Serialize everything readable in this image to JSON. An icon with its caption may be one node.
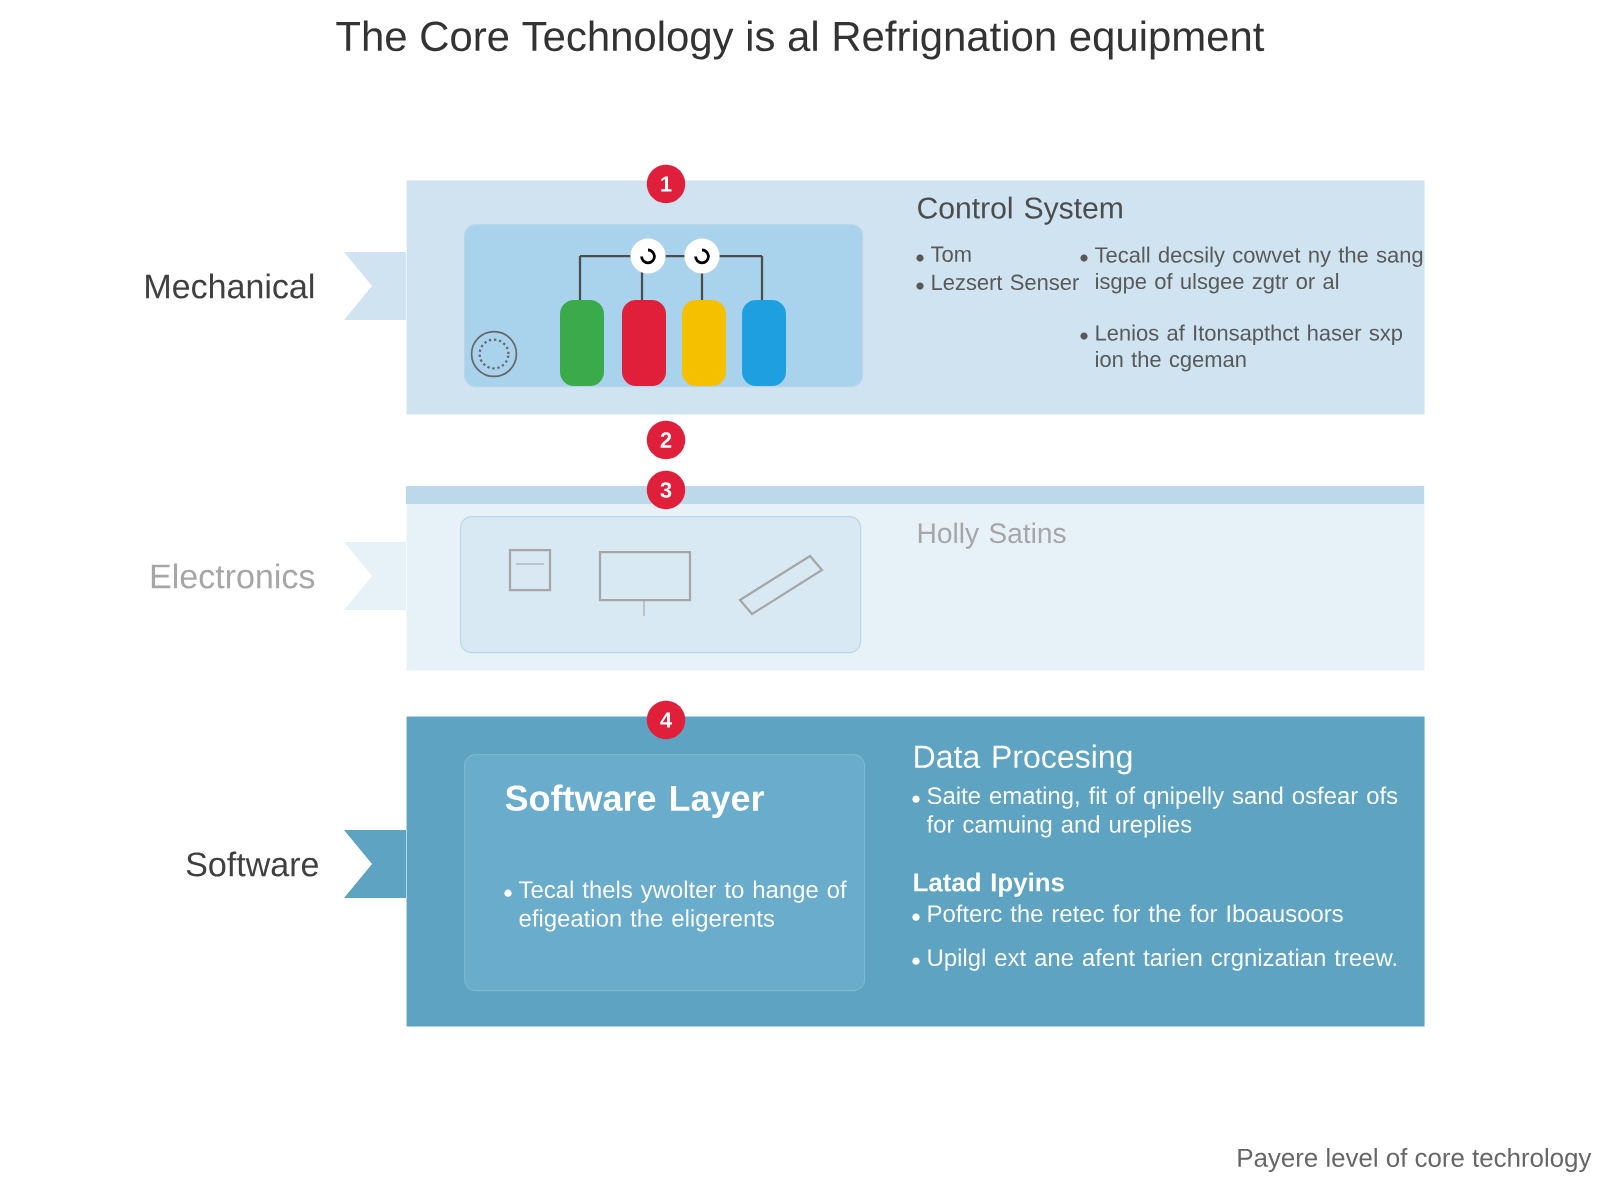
{
  "diagram": {
    "title": "The Core Technology is al Refrignation equipment",
    "caption": "Payere level of core techrology",
    "nodes": [
      {
        "text": [
          "Control System",
          "Tom",
          "Lezsert Senser",
          "Tecall decsily cowvet ny the sang isgpe of ulsgee zgtr or al",
          "Lenios af Itonsapthct haser sxp ion the cgeman"
        ],
        "beside": [
          "Mechanical"
        ]
      },
      {
        "text": [],
        "shape": "picture",
        "in": 0
      },
      {
        "text": [
          "1"
        ]
      },
      {
        "text": [
          "2"
        ]
      },
      {
        "text": [
          "Holly Satins"
        ],
        "beside": [
          "Electronics"
        ]
      },
      {
        "text": [
          "3"
        ]
      },
      {
        "text": [],
        "shape": "picture",
        "in": 4
      },
      {
        "text": [
          "Data Procesing",
          "Saite emating, fit of qnipelly sand osfear ofs for camuing and ureplies",
          "Latad Ipyins",
          "Pofterc the retec for the for Iboausoors",
          "Upilgl ext ane afent tarien crgnizatian treew."
        ],
        "beside": [
          "Software"
        ]
      },
      {
        "text": [
          "Software Layer",
          "Tecal thels ywolter to hange of efigeation the eligerents"
        ],
        "in": 7
      },
      {
        "text": [
          "4"
        ]
      }
    ]
  }
}
